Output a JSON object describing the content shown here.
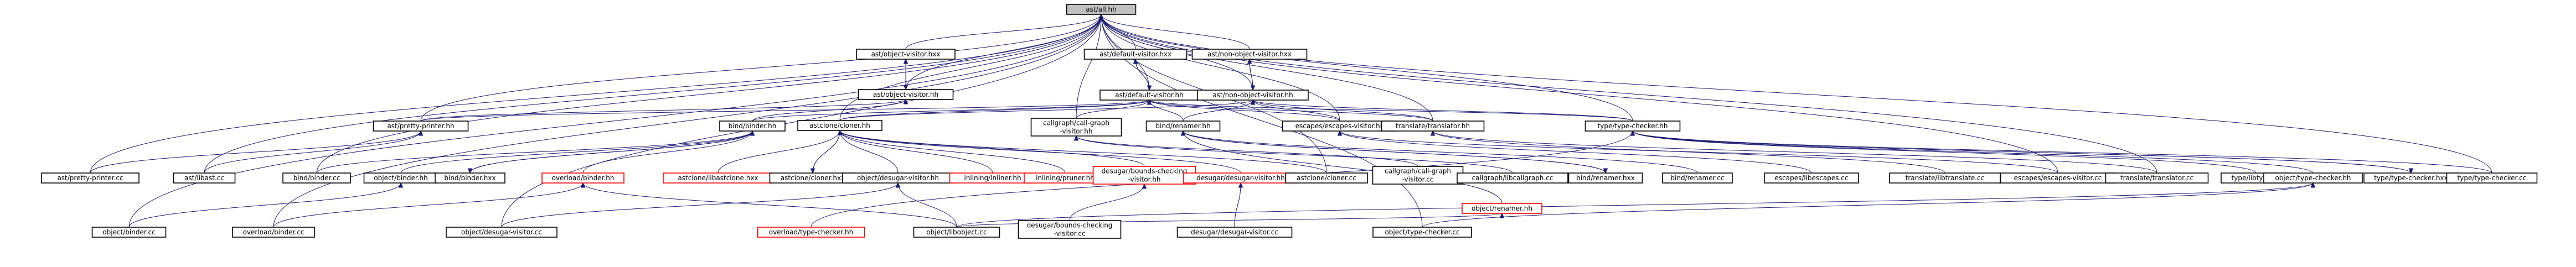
{
  "graph": {
    "nodes": [
      {
        "id": "ast",
        "lines": [
          "ast/all.hh"
        ],
        "style": "root"
      },
      {
        "id": "objvhx",
        "lines": [
          "ast/object-visitor.hxx"
        ]
      },
      {
        "id": "defvhx",
        "lines": [
          "ast/default-visitor.hxx"
        ]
      },
      {
        "id": "nonvhx",
        "lines": [
          "ast/non-object-visitor.hxx"
        ]
      },
      {
        "id": "objvhh",
        "lines": [
          "ast/object-visitor.hh"
        ]
      },
      {
        "id": "defvhh",
        "lines": [
          "ast/default-visitor.hh"
        ]
      },
      {
        "id": "nonvhh",
        "lines": [
          "ast/non-object-visitor.hh"
        ]
      },
      {
        "id": "clonehh",
        "lines": [
          "astclone/cloner.hh"
        ]
      },
      {
        "id": "cgvhh",
        "lines": [
          "callgraph/call-graph",
          "-visitor.hh"
        ]
      },
      {
        "id": "ppoh",
        "lines": [
          "ast/pretty-printer.hh"
        ]
      },
      {
        "id": "bindhh",
        "lines": [
          "bind/binder.hh"
        ]
      },
      {
        "id": "renhh",
        "lines": [
          "bind/renamer.hh"
        ]
      },
      {
        "id": "eschh",
        "lines": [
          "escapes/escapes-visitor.hh"
        ]
      },
      {
        "id": "transhh",
        "lines": [
          "translate/translator.hh"
        ]
      },
      {
        "id": "tchh",
        "lines": [
          "type/type-checker.hh"
        ]
      },
      {
        "id": "ppcc",
        "lines": [
          "ast/pretty-printer.cc"
        ]
      },
      {
        "id": "libast",
        "lines": [
          "ast/libast.cc"
        ]
      },
      {
        "id": "bindcc",
        "lines": [
          "bind/binder.cc"
        ]
      },
      {
        "id": "objbindhh",
        "lines": [
          "object/binder.hh"
        ]
      },
      {
        "id": "bindhx",
        "lines": [
          "bind/binder.hxx"
        ]
      },
      {
        "id": "ovbindhh",
        "lines": [
          "overload/binder.hh"
        ],
        "style": "red"
      },
      {
        "id": "libclonehx",
        "lines": [
          "astclone/libastclone.hxx"
        ],
        "style": "red"
      },
      {
        "id": "clonehx",
        "lines": [
          "astclone/cloner.hxx"
        ]
      },
      {
        "id": "objdesvhh",
        "lines": [
          "object/desugar-visitor.hh"
        ]
      },
      {
        "id": "inlinhh",
        "lines": [
          "inlining/inliner.hh"
        ],
        "style": "red"
      },
      {
        "id": "prunhh",
        "lines": [
          "inlining/pruner.hh"
        ],
        "style": "red"
      },
      {
        "id": "desbchk",
        "lines": [
          "desugar/bounds-checking",
          "-visitor.hh"
        ],
        "style": "red"
      },
      {
        "id": "desdvhh",
        "lines": [
          "desugar/desugar-visitor.hh"
        ],
        "style": "red"
      },
      {
        "id": "clonecc",
        "lines": [
          "astclone/cloner.cc"
        ]
      },
      {
        "id": "cgvcc",
        "lines": [
          "callgraph/call-graph",
          "-visitor.cc"
        ]
      },
      {
        "id": "libcg",
        "lines": [
          "callgraph/libcallgraph.cc"
        ]
      },
      {
        "id": "renhx",
        "lines": [
          "bind/renamer.hxx"
        ]
      },
      {
        "id": "objrenhh",
        "lines": [
          "object/renamer.hh"
        ],
        "style": "red"
      },
      {
        "id": "rencc",
        "lines": [
          "bind/renamer.cc"
        ]
      },
      {
        "id": "libesc",
        "lines": [
          "escapes/libescapes.cc"
        ]
      },
      {
        "id": "libtrans",
        "lines": [
          "translate/libtranslate.cc"
        ]
      },
      {
        "id": "esccc",
        "lines": [
          "escapes/escapes-visitor.cc"
        ]
      },
      {
        "id": "transcc",
        "lines": [
          "translate/translator.cc"
        ]
      },
      {
        "id": "libtype",
        "lines": [
          "type/libtype.cc"
        ]
      },
      {
        "id": "objtchh",
        "lines": [
          "object/type-checker.hh"
        ]
      },
      {
        "id": "tchx",
        "lines": [
          "type/type-checker.hxx"
        ]
      },
      {
        "id": "tccc",
        "lines": [
          "type/type-checker.cc"
        ]
      },
      {
        "id": "objbindcc",
        "lines": [
          "object/binder.cc"
        ]
      },
      {
        "id": "ovbindcc",
        "lines": [
          "overload/binder.cc"
        ]
      },
      {
        "id": "objdesvcc",
        "lines": [
          "object/desugar-visitor.cc"
        ]
      },
      {
        "id": "ovtchh",
        "lines": [
          "overload/type-checker.hh"
        ],
        "style": "red"
      },
      {
        "id": "libobj",
        "lines": [
          "object/libobject.cc"
        ]
      },
      {
        "id": "desbchkcc",
        "lines": [
          "desugar/bounds-checking",
          "-visitor.cc"
        ]
      },
      {
        "id": "desdvcc",
        "lines": [
          "desugar/desugar-visitor.cc"
        ]
      },
      {
        "id": "objtccc",
        "lines": [
          "object/type-checker.cc"
        ]
      }
    ],
    "edges": [
      [
        "objvhx",
        "ast"
      ],
      [
        "defvhx",
        "ast"
      ],
      [
        "nonvhx",
        "ast"
      ],
      [
        "objvhh",
        "ast"
      ],
      [
        "defvhh",
        "ast"
      ],
      [
        "nonvhh",
        "ast"
      ],
      [
        "clonehh",
        "ast"
      ],
      [
        "cgvhh",
        "ast"
      ],
      [
        "ppoh",
        "ast"
      ],
      [
        "eschh",
        "ast"
      ],
      [
        "transhh",
        "ast"
      ],
      [
        "tchh",
        "ast"
      ],
      [
        "ppcc",
        "ast"
      ],
      [
        "libast",
        "ast"
      ],
      [
        "bindcc",
        "ast"
      ],
      [
        "objbindcc",
        "ast"
      ],
      [
        "ovbindcc",
        "ast"
      ],
      [
        "objdesvcc",
        "ast"
      ],
      [
        "clonecc",
        "ast"
      ],
      [
        "esccc",
        "ast"
      ],
      [
        "transcc",
        "ast"
      ],
      [
        "tccc",
        "ast"
      ],
      [
        "objtccc",
        "ast"
      ],
      [
        "objvhh",
        "objvhx"
      ],
      [
        "objvhx",
        "objvhh"
      ],
      [
        "defvhh",
        "defvhx"
      ],
      [
        "defvhx",
        "defvhh"
      ],
      [
        "nonvhh",
        "nonvhx"
      ],
      [
        "nonvhx",
        "nonvhh"
      ],
      [
        "ppoh",
        "objvhh"
      ],
      [
        "bindhh",
        "objvhh"
      ],
      [
        "clonehh",
        "defvhh"
      ],
      [
        "cgvhh",
        "defvhh"
      ],
      [
        "ppoh",
        "defvhh"
      ],
      [
        "bindhh",
        "defvhh"
      ],
      [
        "renhh",
        "defvhh"
      ],
      [
        "eschh",
        "defvhh"
      ],
      [
        "transhh",
        "defvhh"
      ],
      [
        "tchh",
        "defvhh"
      ],
      [
        "nonvhh",
        "defvhh"
      ],
      [
        "renhh",
        "nonvhh"
      ],
      [
        "eschh",
        "nonvhh"
      ],
      [
        "transhh",
        "nonvhh"
      ],
      [
        "tchh",
        "nonvhh"
      ],
      [
        "clonehh",
        "nonvhh"
      ],
      [
        "ppcc",
        "ppoh"
      ],
      [
        "libast",
        "ppoh"
      ],
      [
        "bindcc",
        "bindhh"
      ],
      [
        "objbindhh",
        "bindhh"
      ],
      [
        "bindhx",
        "bindhh"
      ],
      [
        "bindhh",
        "bindhx"
      ],
      [
        "ovbindhh",
        "bindhh"
      ],
      [
        "objbindcc",
        "objbindhh"
      ],
      [
        "ovbindcc",
        "ovbindhh"
      ],
      [
        "libobj",
        "ovbindhh"
      ],
      [
        "libclonehx",
        "clonehh"
      ],
      [
        "clonehx",
        "clonehh"
      ],
      [
        "clonehh",
        "clonehx"
      ],
      [
        "objdesvhh",
        "clonehh"
      ],
      [
        "inlinhh",
        "clonehh"
      ],
      [
        "prunhh",
        "clonehh"
      ],
      [
        "desbchk",
        "clonehh"
      ],
      [
        "desdvhh",
        "clonehh"
      ],
      [
        "clonecc",
        "clonehh"
      ],
      [
        "objdesvcc",
        "objdesvhh"
      ],
      [
        "libobj",
        "objdesvhh"
      ],
      [
        "desbchkcc",
        "desbchk"
      ],
      [
        "desdvcc",
        "desdvhh"
      ],
      [
        "cgvcc",
        "cgvhh"
      ],
      [
        "libcg",
        "cgvhh"
      ],
      [
        "renhx",
        "renhh"
      ],
      [
        "renhh",
        "renhx"
      ],
      [
        "objrenhh",
        "renhh"
      ],
      [
        "rencc",
        "renhh"
      ],
      [
        "libobj",
        "objrenhh"
      ],
      [
        "libesc",
        "eschh"
      ],
      [
        "esccc",
        "eschh"
      ],
      [
        "libtrans",
        "transhh"
      ],
      [
        "transcc",
        "transhh"
      ],
      [
        "libtype",
        "tchh"
      ],
      [
        "objtchh",
        "tchh"
      ],
      [
        "tchx",
        "tchh"
      ],
      [
        "tchh",
        "tchx"
      ],
      [
        "tccc",
        "tchh"
      ],
      [
        "ovtchh",
        "tchh"
      ],
      [
        "objtccc",
        "objtchh"
      ],
      [
        "libobj",
        "objtchh"
      ]
    ]
  }
}
